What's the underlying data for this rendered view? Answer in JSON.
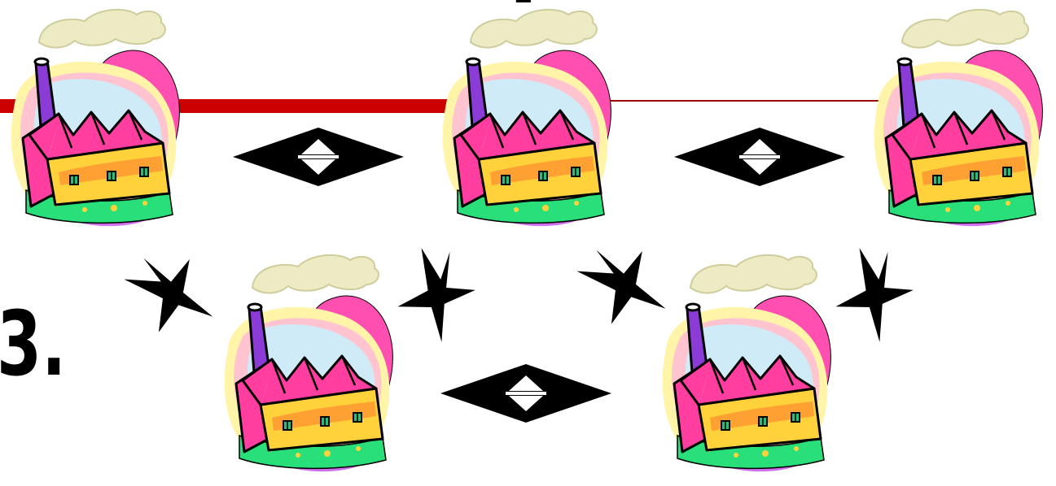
{
  "slide": {
    "title_fragment": "P",
    "left_fragment": "3."
  },
  "colors": {
    "rule_thick": "#cc0000",
    "rule_thin": "#990000",
    "arrow": "#000000",
    "smoke": "#ecebc4",
    "chimney": "#8c3cd6",
    "roof": "#ff3ea0",
    "wall": "#ffd23c",
    "wall_shade": "#ffa032",
    "ground": "#29df7a",
    "blob_magenta": "#ff4fb0",
    "blob_pink": "#ffc4d0",
    "blob_yellow": "#fff4a8",
    "blob_cyan": "#c8f2ff",
    "blob_purple": "#d070ee"
  },
  "diagram": {
    "nodes": [
      {
        "name": "factory-icon-top-left",
        "icon": "factory-icon"
      },
      {
        "name": "factory-icon-top-center",
        "icon": "factory-icon"
      },
      {
        "name": "factory-icon-top-right",
        "icon": "factory-icon"
      },
      {
        "name": "factory-icon-bottom-left",
        "icon": "factory-icon"
      },
      {
        "name": "factory-icon-bottom-right",
        "icon": "factory-icon"
      }
    ],
    "horizontal_links": [
      {
        "name": "link-top-left-center",
        "icon": "double-arrow-icon"
      },
      {
        "name": "link-top-center-right",
        "icon": "double-arrow-icon"
      },
      {
        "name": "link-bottom-left-right",
        "icon": "double-arrow-icon"
      }
    ],
    "diagonal_links": [
      {
        "name": "lightning-icon-1",
        "icon": "lightning-bolt-icon"
      },
      {
        "name": "lightning-icon-2",
        "icon": "lightning-bolt-icon"
      },
      {
        "name": "lightning-icon-3",
        "icon": "lightning-bolt-icon"
      },
      {
        "name": "lightning-icon-4",
        "icon": "lightning-bolt-icon"
      }
    ]
  }
}
